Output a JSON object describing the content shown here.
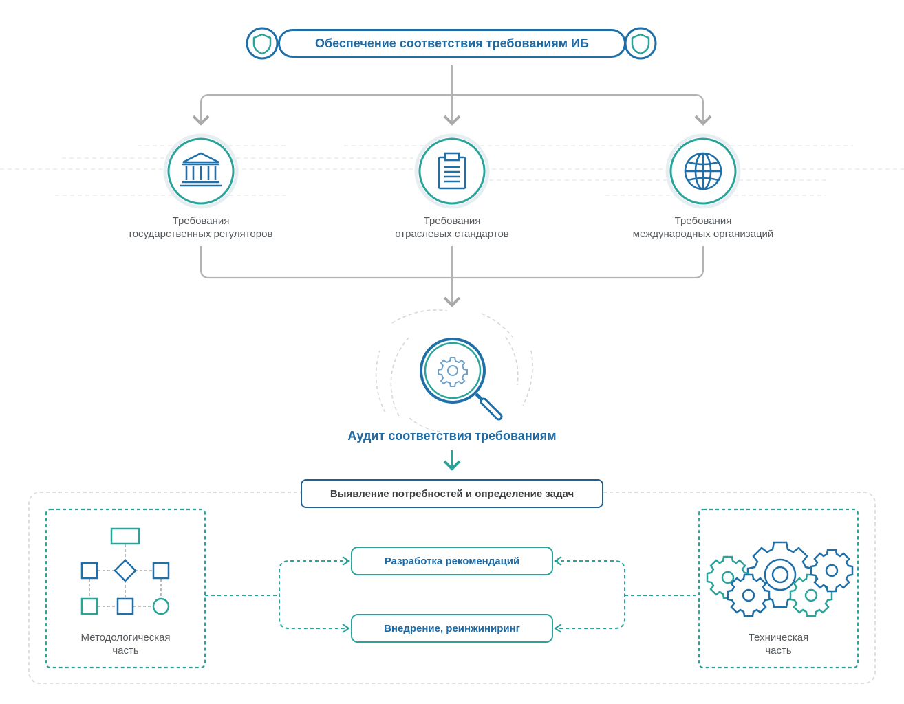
{
  "header": {
    "title": "Обеспечение соответствия требованиям ИБ",
    "left_icon": "shield-icon",
    "right_icon": "shield-icon"
  },
  "requirements": [
    {
      "line1": "Требования",
      "line2": "государственных регуляторов",
      "icon": "government-building-icon"
    },
    {
      "line1": "Требования",
      "line2": "отраслевых стандартов",
      "icon": "clipboard-document-icon"
    },
    {
      "line1": "Требования",
      "line2": "международных организаций",
      "icon": "globe-icon"
    }
  ],
  "audit": {
    "title": "Аудит соответствия требованиям",
    "icon": "magnifier-gear-icon"
  },
  "tasks": {
    "label": "Выявление потребностей и определение задач"
  },
  "actions": [
    {
      "label": "Разработка рекомендаций"
    },
    {
      "label": "Внедрение, реинжиниринг"
    }
  ],
  "sides": {
    "left": {
      "line1": "Методологическая",
      "line2": "часть",
      "icon": "flowchart-icon"
    },
    "right": {
      "line1": "Техническая",
      "line2": "часть",
      "icon": "gears-icon"
    }
  },
  "colors": {
    "blue": "#1f6fa8",
    "teal": "#2aa39b",
    "gray": "#b3b3b3"
  }
}
